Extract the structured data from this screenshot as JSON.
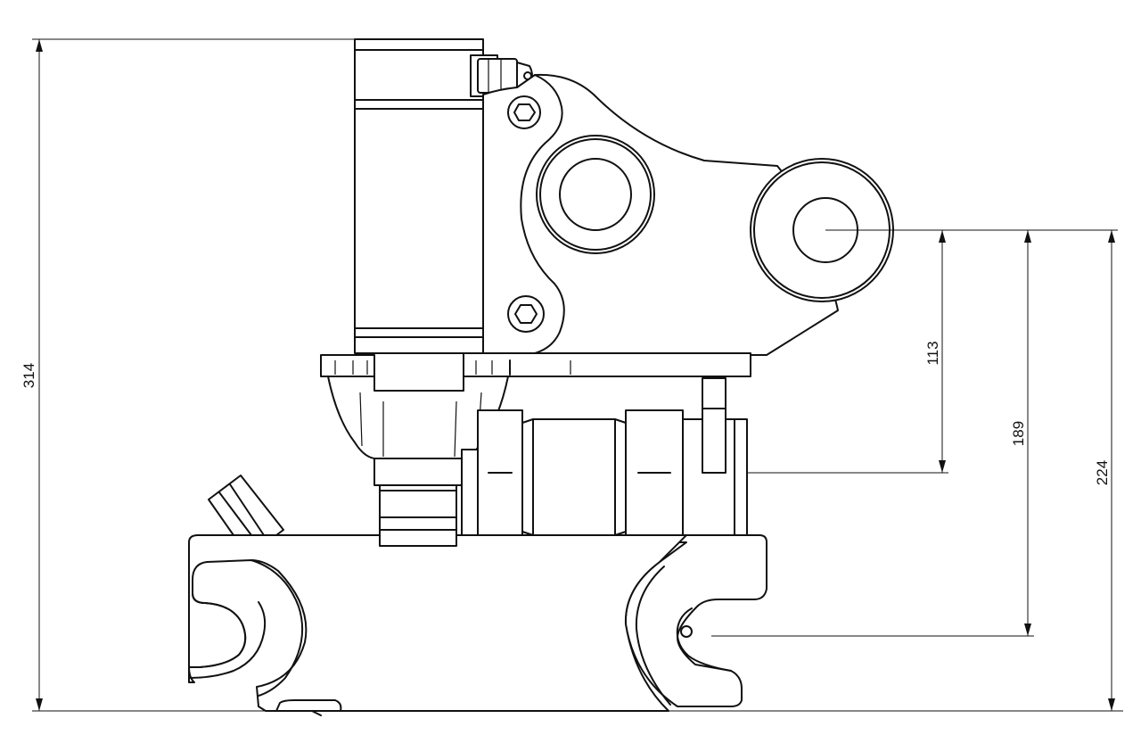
{
  "drawing": {
    "dimensions": [
      {
        "id": "overall-height",
        "value": "314"
      },
      {
        "id": "pivot-to-body",
        "value": "113"
      },
      {
        "id": "pivot-to-hook",
        "value": "189"
      },
      {
        "id": "pivot-to-base",
        "value": "224"
      }
    ]
  }
}
